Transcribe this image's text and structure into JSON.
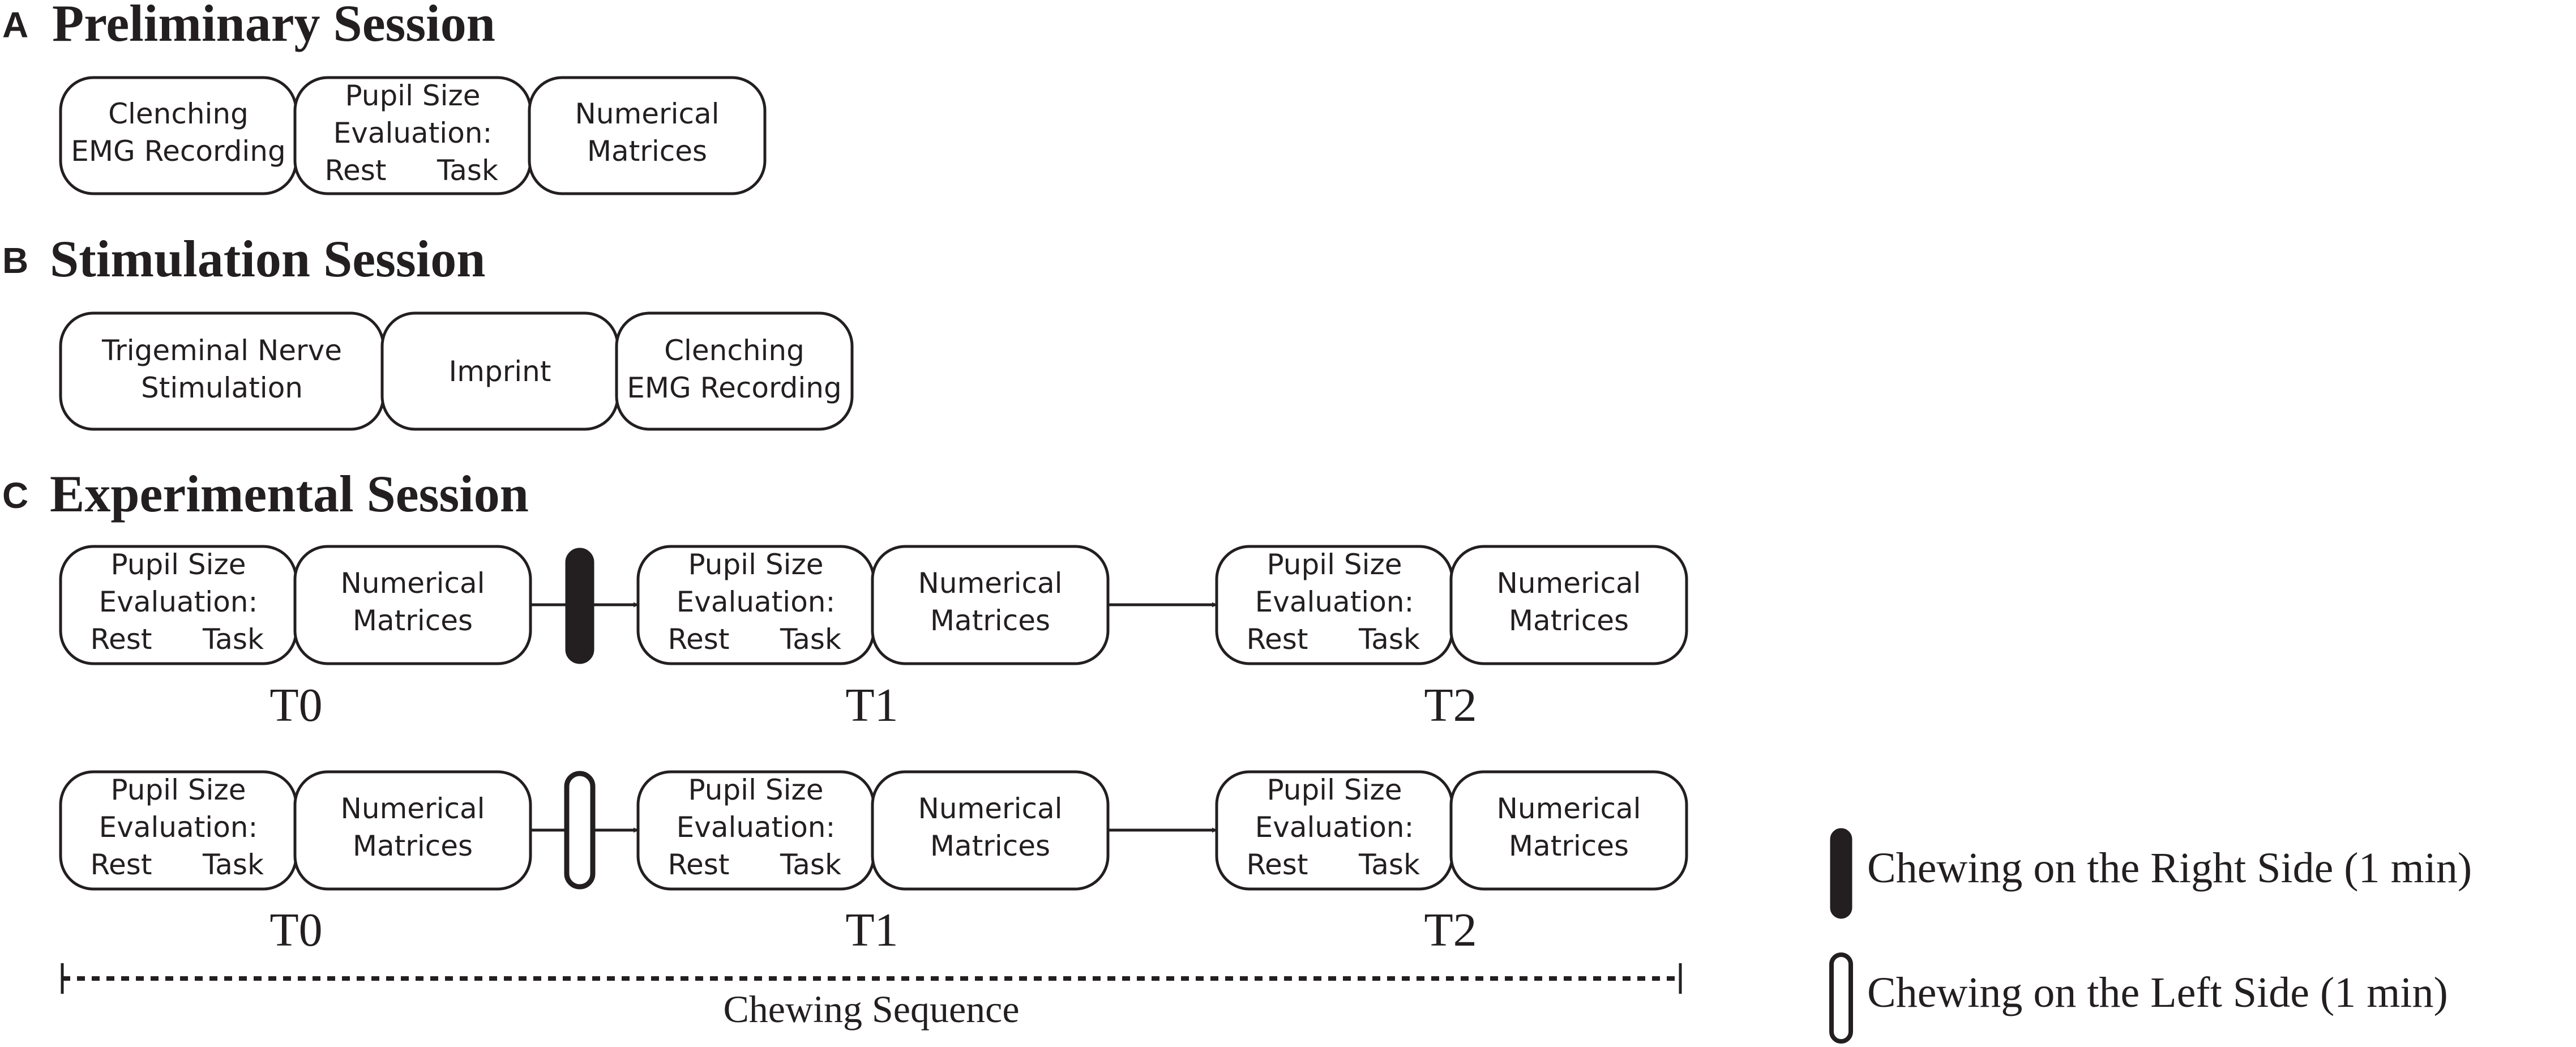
{
  "sessions": {
    "A": {
      "letter": "A",
      "title": "Preliminary Session",
      "boxes": [
        {
          "line1": "Clenching",
          "line2": "EMG Recording"
        },
        {
          "line1": "Pupil Size",
          "line2": "Evaluation:",
          "left": "Rest",
          "right": "Task"
        },
        {
          "line1": "Numerical",
          "line2": "Matrices"
        }
      ]
    },
    "B": {
      "letter": "B",
      "title": "Stimulation Session",
      "boxes": [
        {
          "line1": "Trigeminal Nerve",
          "line2": "Stimulation"
        },
        {
          "line1": "Imprint"
        },
        {
          "line1": "Clenching",
          "line2": "EMG Recording"
        }
      ]
    },
    "C": {
      "letter": "C",
      "title": "Experimental Session",
      "pupil": {
        "line1": "Pupil Size",
        "line2": "Evaluation:",
        "left": "Rest",
        "right": "Task"
      },
      "matrices": {
        "line1": "Numerical",
        "line2": "Matrices"
      },
      "time_labels": [
        "T0",
        "T1",
        "T2"
      ],
      "rows": [
        {
          "chewing_side": "right"
        },
        {
          "chewing_side": "left"
        }
      ]
    }
  },
  "legend": {
    "right": "Chewing on the Right Side (1 min)",
    "left": "Chewing on the Left Side (1 min)"
  },
  "sequence_label": "Chewing Sequence",
  "colors": {
    "ink": "#231f20",
    "background": "#ffffff"
  }
}
